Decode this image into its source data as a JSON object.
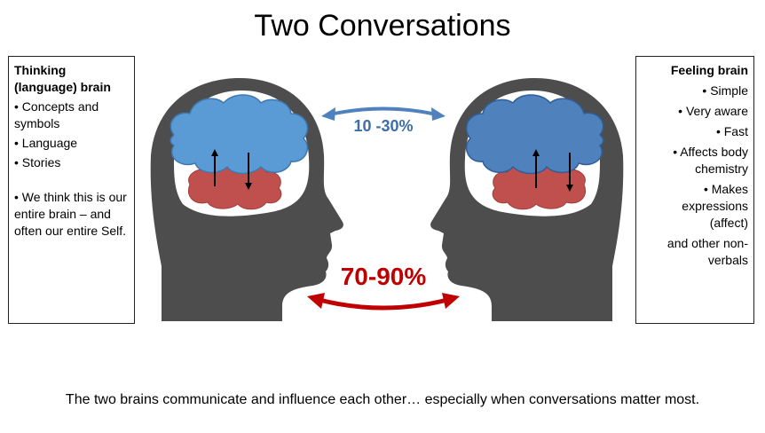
{
  "title": "Two Conversations",
  "left_box": {
    "heading": "Thinking (language) brain",
    "items": [
      "• Concepts and symbols",
      "• Language",
      "• Stories",
      "• We think this is our entire brain – and often our entire Self."
    ]
  },
  "right_box": {
    "heading": "Feeling brain",
    "items": [
      "• Simple",
      "• Very aware",
      "• Fast",
      "• Affects body chemistry",
      "• Makes expressions (affect)",
      "and other non-verbals"
    ]
  },
  "top_percentage": "10 -30%",
  "bottom_percentage": "70-90%",
  "caption": "The two brains communicate and influence each other… especially when conversations matter most.",
  "colors": {
    "head": "#4d4d4d",
    "cloud_light": "#5b9bd5",
    "cloud_dark": "#4f81bd",
    "cloud_red": "#c0504d",
    "arrow_blue": "#4f81bd",
    "arrow_red": "#c00000"
  }
}
